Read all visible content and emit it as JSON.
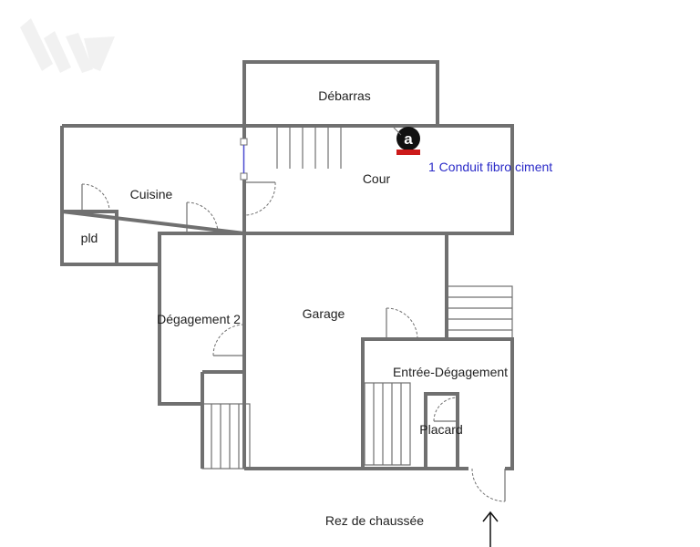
{
  "rooms": {
    "debarras": "Débarras",
    "cour": "Cour",
    "cuisine": "Cuisine",
    "pld": "pld",
    "degagement2": "Dégagement 2",
    "garage": "Garage",
    "entree": "Entrée-Dégagement",
    "placard": "Placard"
  },
  "annotation": "1 Conduit fibro ciment",
  "marker_letter": "a",
  "floor_label": "Rez de chaussée",
  "colors": {
    "wall": "#707070",
    "annotation": "#2b2bc8",
    "marker_fill": "#111111",
    "marker_accent": "#cc1a1a"
  },
  "icons": {
    "logo": "watermark-logo-icon",
    "marker": "annotation-marker-icon",
    "north": "entrance-arrow-icon"
  }
}
